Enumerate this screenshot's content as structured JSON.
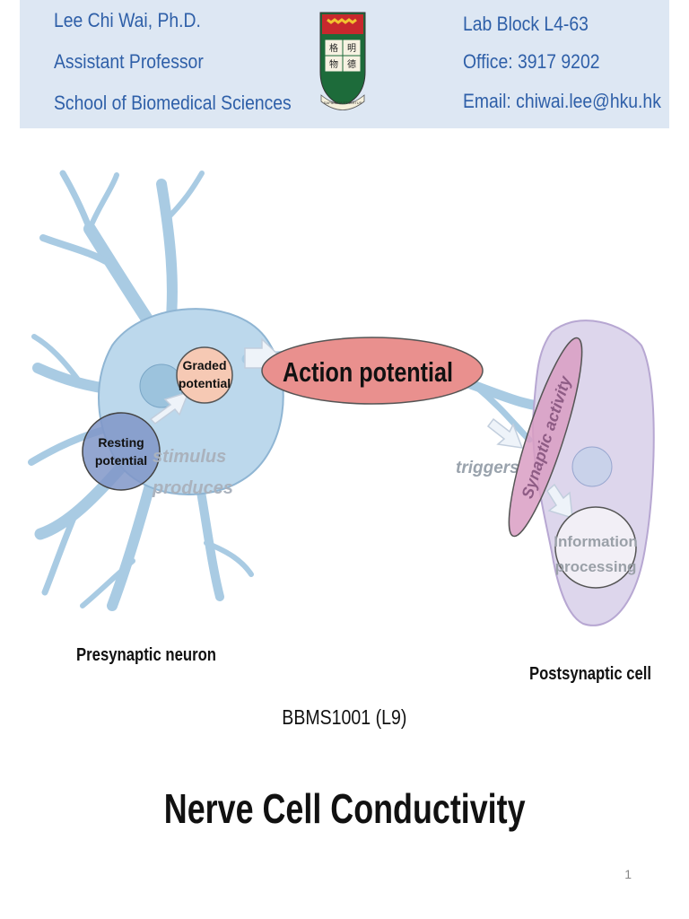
{
  "header": {
    "name": "Lee Chi Wai, Ph.D.",
    "position": "Assistant Professor",
    "department": "School of Biomedical Sciences",
    "location": "Lab Block L4-63",
    "office": "Office: 3917 9202",
    "email": "Email: chiwai.lee@hku.hk",
    "crest_motto": "SAPIENTIA ET VIRTUS",
    "crest_glyphs": [
      "格",
      "明",
      "物",
      "德"
    ]
  },
  "diagram": {
    "resting": [
      "Resting",
      "potential"
    ],
    "graded": [
      "Graded",
      "potential"
    ],
    "stimulus": [
      "stimulus",
      "produces"
    ],
    "action": "Action potential",
    "triggers": "triggers",
    "synaptic": "Synaptic activity",
    "info": [
      "Information",
      "processing"
    ],
    "pre_label": "Presynaptic neuron",
    "post_label": "Postsynaptic cell"
  },
  "course_code": "BBMS1001 (L9)",
  "title": "Nerve Cell Conductivity",
  "page_number": "1",
  "colors": {
    "header_bg": "#dde7f3",
    "header_text": "#2e5fa8",
    "neuron": "#bcd8ec",
    "action_fill": "#e9908e",
    "graded_fill": "#f6c9b4",
    "resting_fill": "#8096c8",
    "synaptic_fill": "#d99dc3",
    "postsynaptic": "#ddd6ec"
  }
}
